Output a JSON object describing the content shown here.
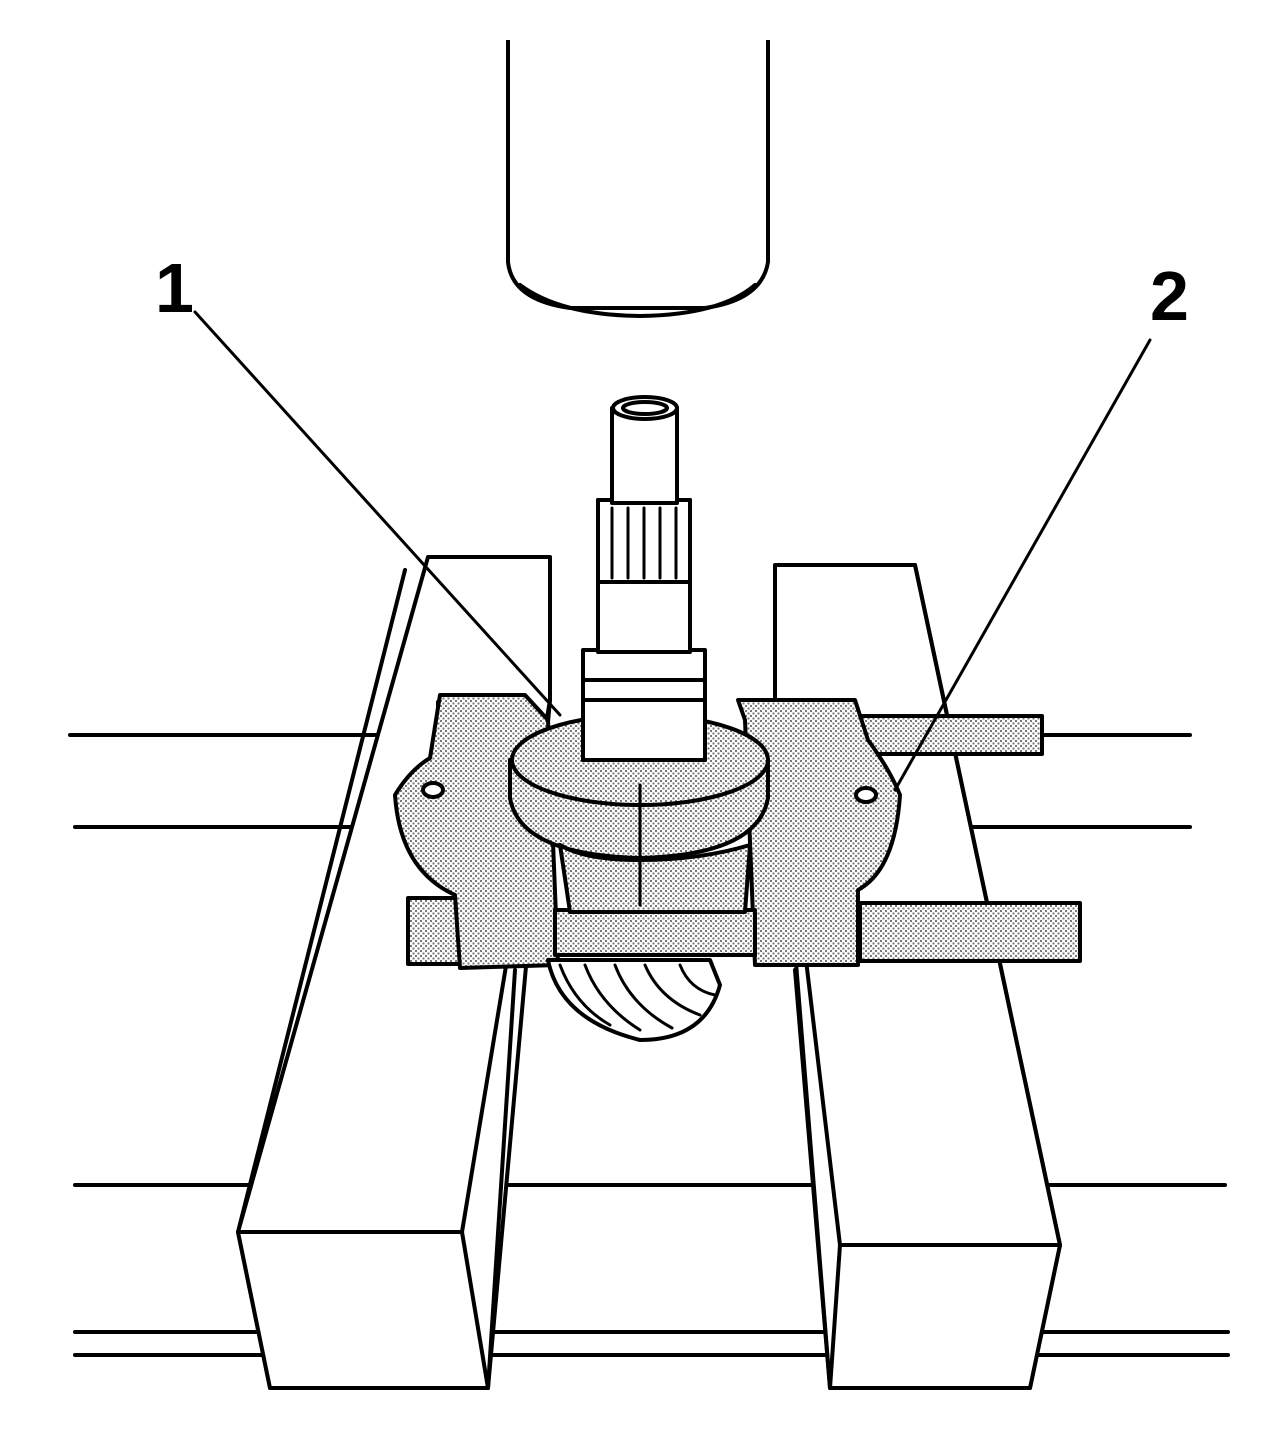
{
  "callouts": [
    {
      "id": "1",
      "label": "1"
    },
    {
      "id": "2",
      "label": "2"
    }
  ],
  "colors": {
    "line": "#000000",
    "background": "#ffffff",
    "stipple": "#9a9a9a"
  }
}
